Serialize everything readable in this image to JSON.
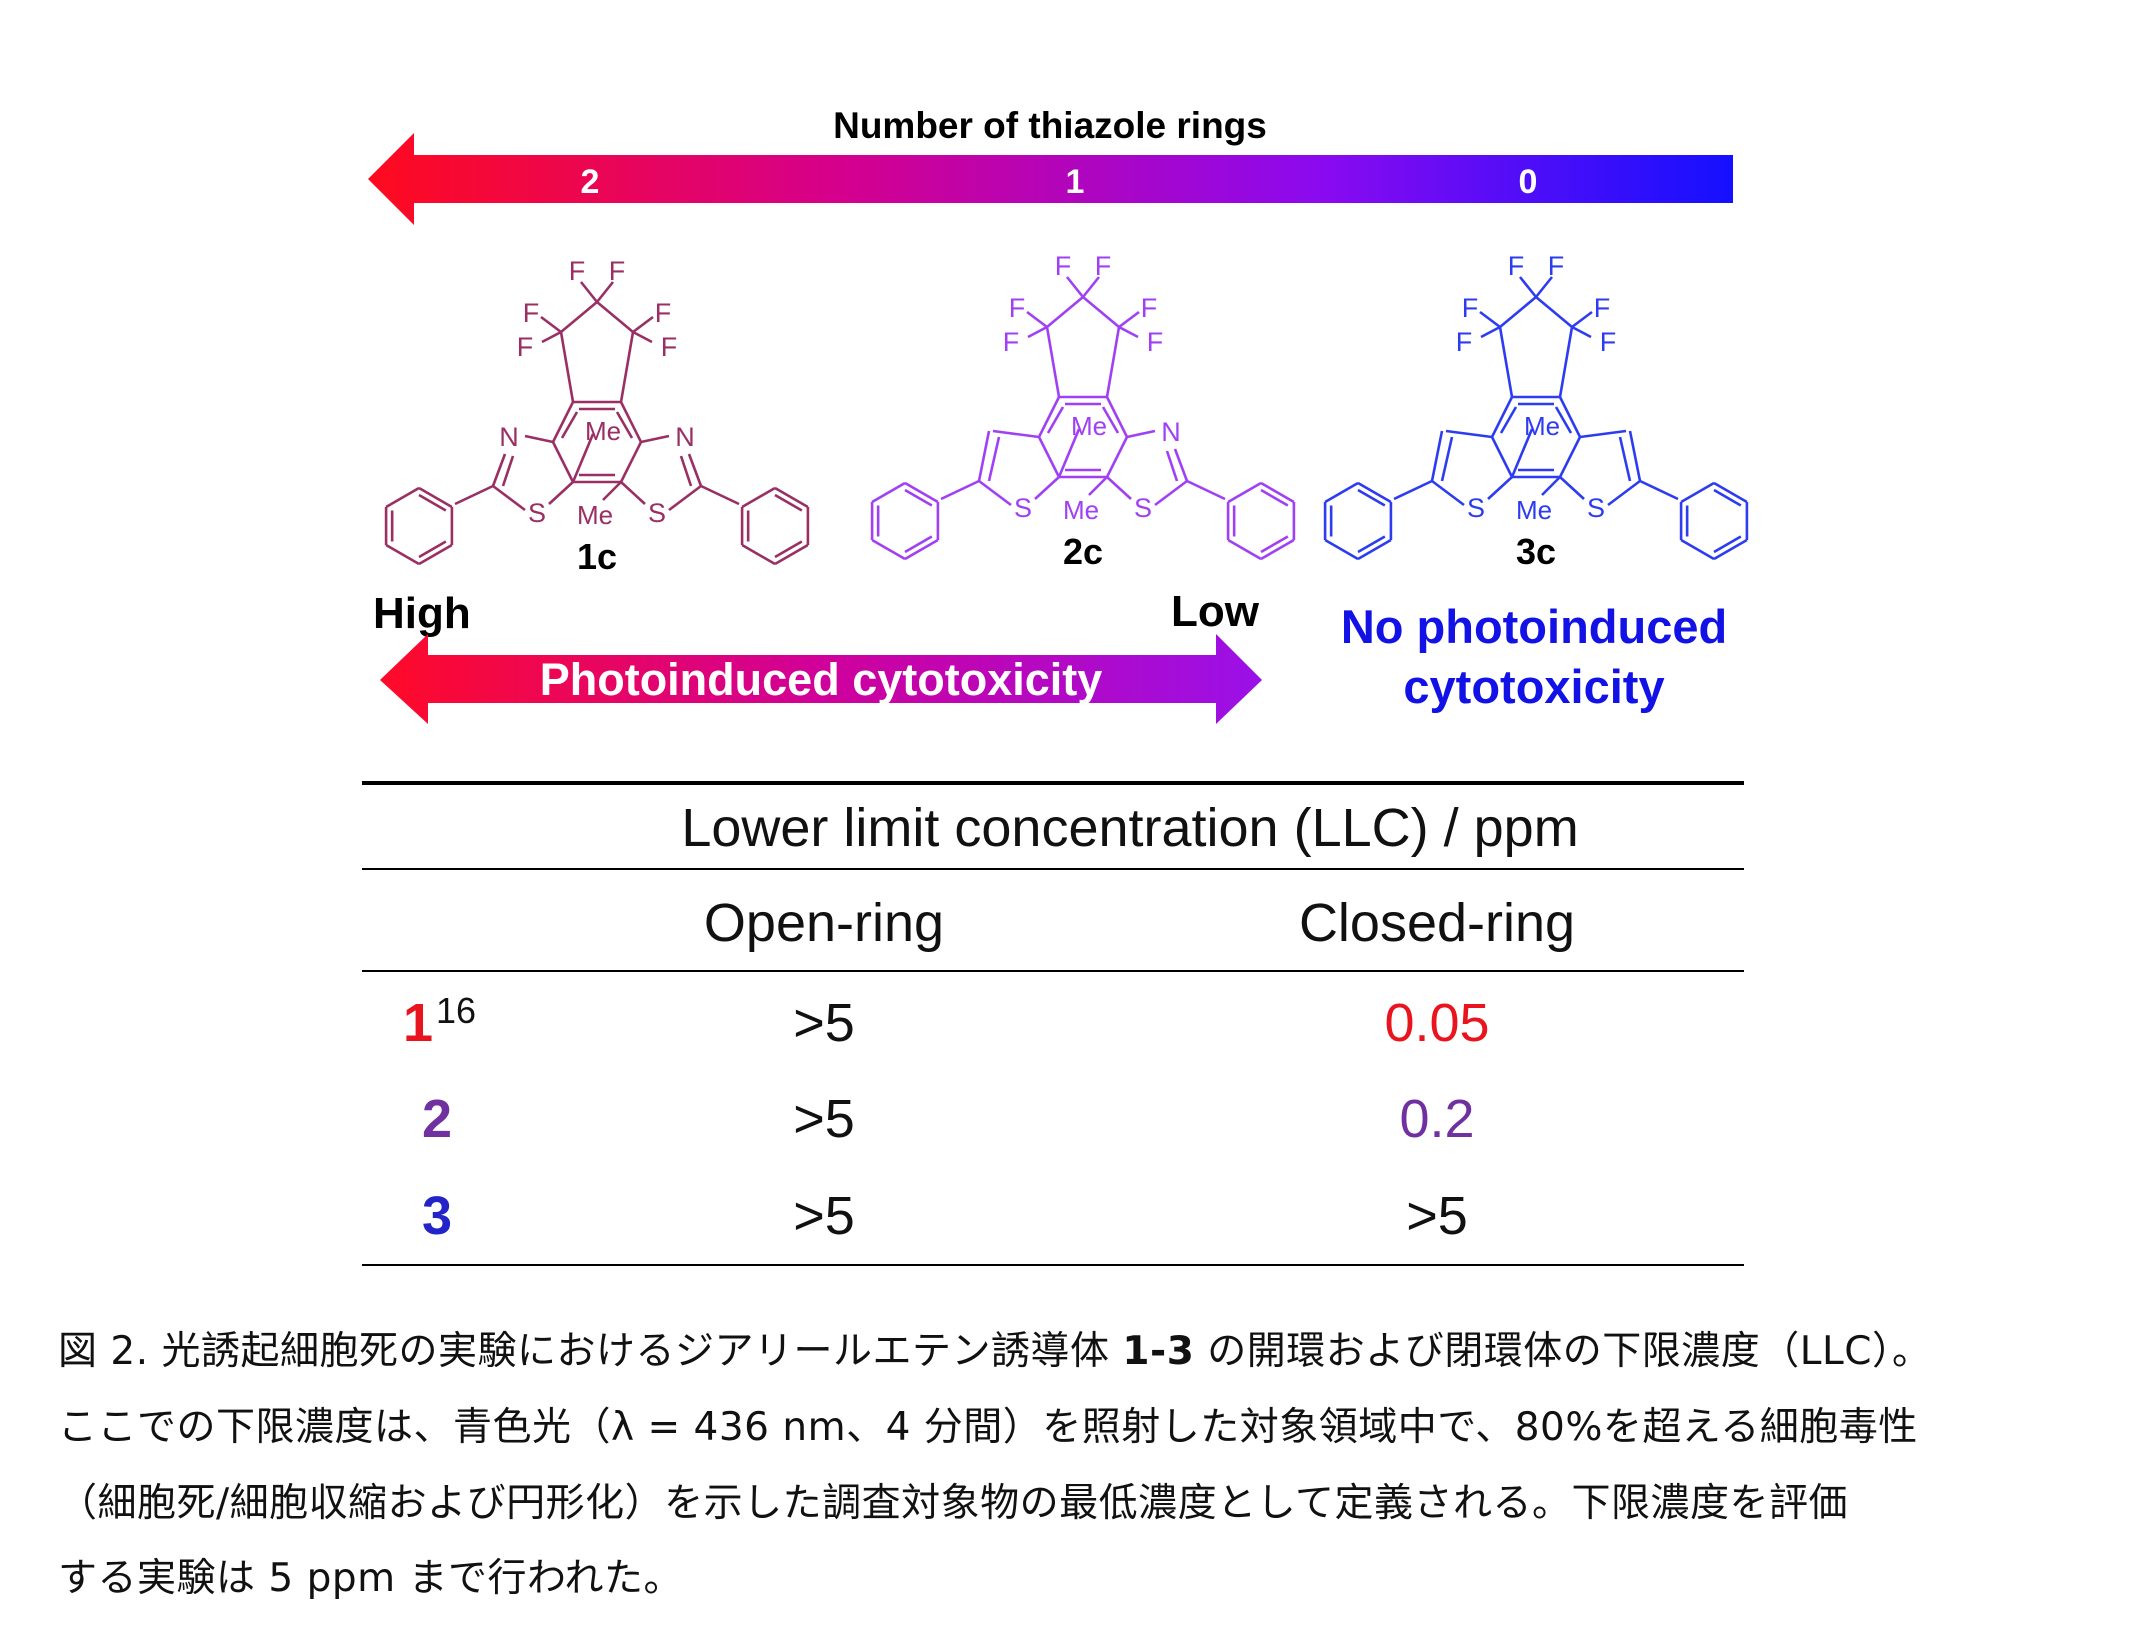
{
  "top_arrow": {
    "title": "Number of thiazole rings",
    "labels": [
      "2",
      "1",
      "0"
    ]
  },
  "molecules": [
    {
      "id": "1c",
      "color": "#9a2f63",
      "left_atom": "N",
      "right_atom": "N"
    },
    {
      "id": "2c",
      "color": "#a040f4",
      "left_atom": "",
      "right_atom": "N"
    },
    {
      "id": "3c",
      "color": "#2d3cf0",
      "left_atom": "",
      "right_atom": ""
    }
  ],
  "atoms": {
    "F": "F",
    "S": "S",
    "Me": "Me"
  },
  "scale": {
    "high": "High",
    "low": "Low",
    "arrow_label": "Photoinduced cytotoxicity",
    "none_line1": "No photoinduced",
    "none_line2": "cytotoxicity"
  },
  "table": {
    "header": "Lower limit concentration (LLC) / ppm",
    "columns": [
      "Open-ring",
      "Closed-ring"
    ],
    "rows": [
      {
        "compound": "1",
        "ref": "16",
        "open": ">5",
        "closed": "0.05",
        "color": "#e8141e"
      },
      {
        "compound": "2",
        "ref": "",
        "open": ">5",
        "closed": "0.2",
        "color": "#7030a0"
      },
      {
        "compound": "3",
        "ref": "",
        "open": ">5",
        "closed": ">5",
        "color": "#2323c8"
      }
    ]
  },
  "caption": {
    "line1_a": "図 2. 光誘起細胞死の実験におけるジアリールエテン誘導体 ",
    "line1_b": "1-3",
    "line1_c": " の開環および閉環体の下限濃度（LLC）。",
    "line2": "ここでの下限濃度は、青色光（λ = 436 nm、4 分間）を照射した対象領域中で、80%を超える細胞毒性",
    "line3": "（細胞死/細胞収縮および円形化）を示した調査対象物の最低濃度として定義される。下限濃度を評価",
    "line4": "する実験は 5 ppm まで行われた。"
  }
}
